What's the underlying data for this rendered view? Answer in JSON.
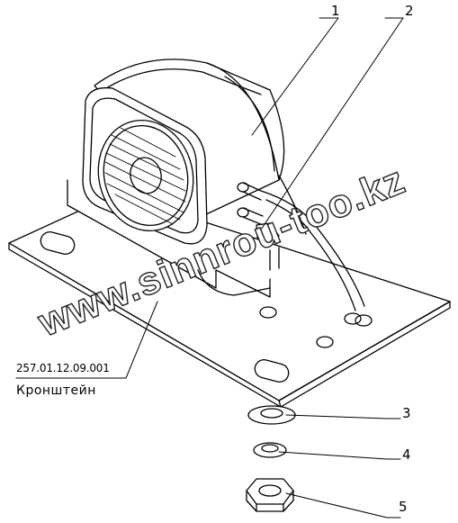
{
  "callouts": {
    "c1": "1",
    "c2": "2",
    "c3": "3",
    "c4": "4",
    "c5": "5"
  },
  "bracket": {
    "part_number": "257.01.12.09.001",
    "name": "Кронштейн"
  },
  "watermark": {
    "text": "www.sinnrou-too.kz"
  },
  "colors": {
    "line": "#000000",
    "background": "#ffffff"
  }
}
